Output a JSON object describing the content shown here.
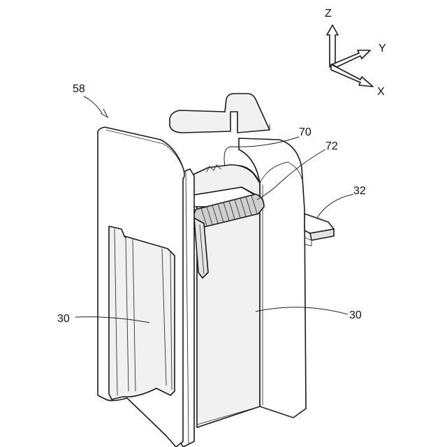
{
  "labels": {
    "assembly": "58",
    "part_70": "70",
    "part_72": "72",
    "part_32": "32",
    "part_30_left": "30",
    "part_30_right": "30"
  },
  "axes": {
    "z": "Z",
    "y": "Y",
    "x": "X"
  }
}
